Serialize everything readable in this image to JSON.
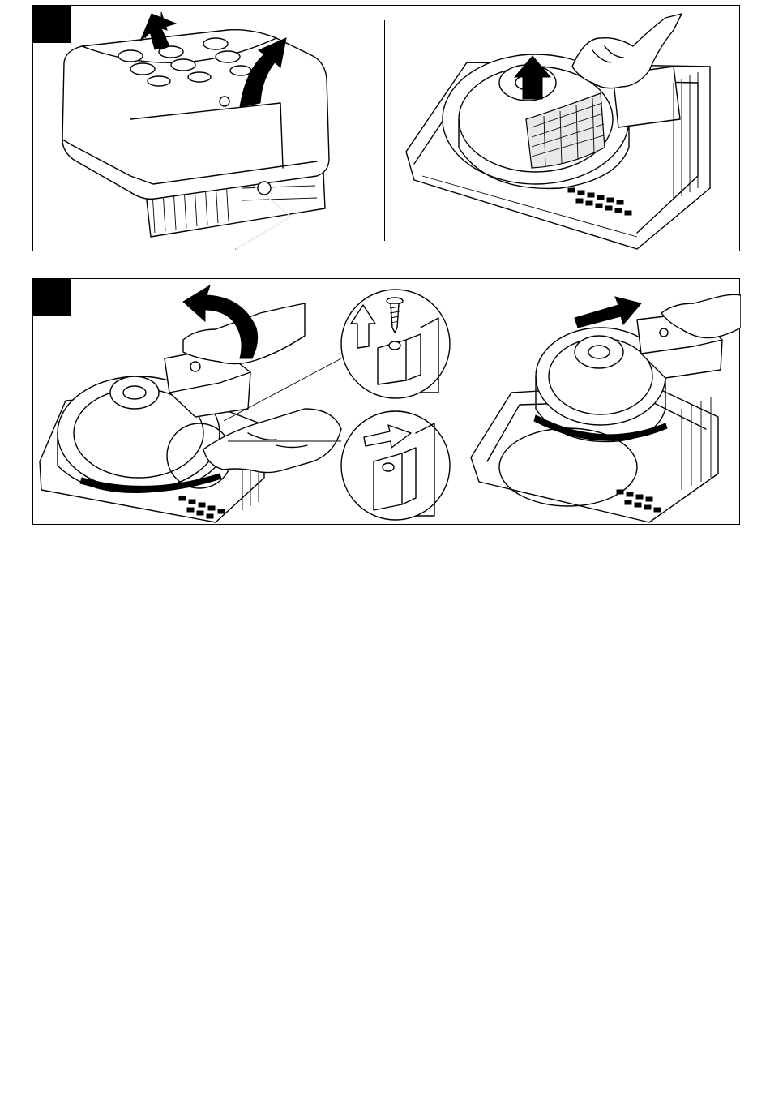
{
  "colors": {
    "ink": "#000000",
    "paper": "#ffffff",
    "shade": "#e9e9e9"
  },
  "panels": [
    {
      "id": "top",
      "steps": [
        {
          "figure": "lift-cover-after-loosening-screw",
          "icons": [
            "hex-key-icon",
            "arrow-up-icon",
            "curved-arrow-icon"
          ]
        },
        {
          "figure": "pull-filter-from-fan",
          "icons": [
            "hand-icon",
            "arrow-up-icon"
          ]
        }
      ]
    },
    {
      "id": "bottom",
      "steps": [
        {
          "figure": "tilt-control-box-and-release-latch",
          "icons": [
            "curved-arrow-icon",
            "hand-icon"
          ]
        },
        {
          "figure": "detail-remove-screw-and-slide",
          "icons": [
            "screw-icon",
            "outline-arrow-up-icon",
            "outline-arrow-right-icon"
          ]
        },
        {
          "figure": "slide-control-box-out",
          "icons": [
            "arrow-right-icon",
            "hand-icon"
          ]
        }
      ]
    }
  ]
}
